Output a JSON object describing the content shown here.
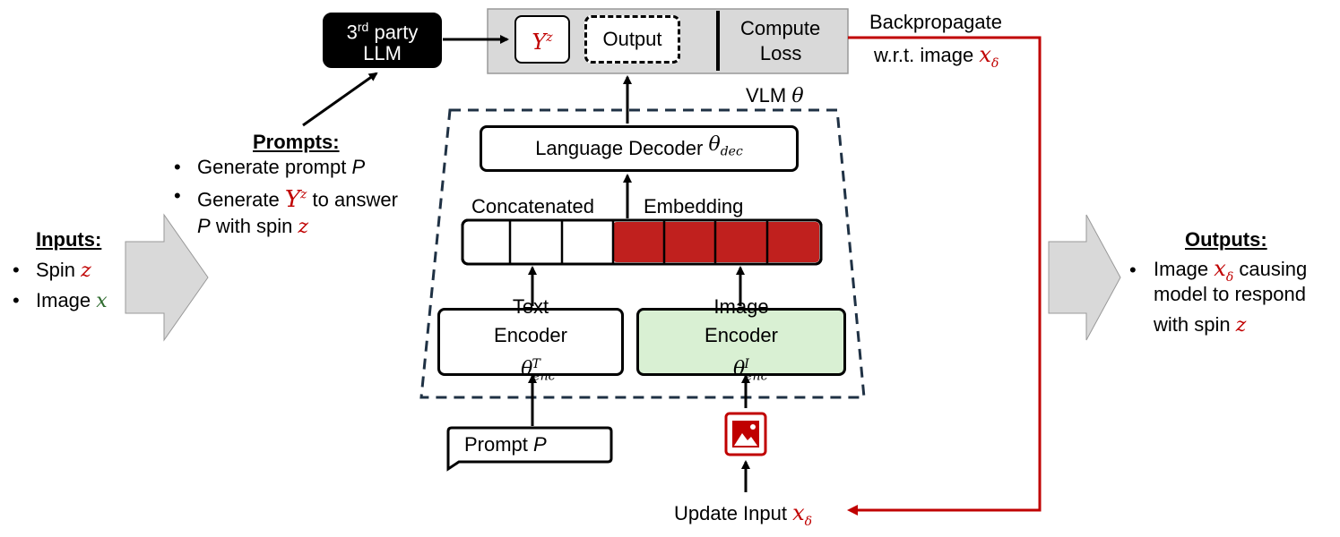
{
  "inputs": {
    "heading": "Inputs:",
    "items": [
      {
        "text": "Spin",
        "var": "z"
      },
      {
        "text": "Image",
        "var": "x"
      }
    ]
  },
  "prompts": {
    "heading": "Prompts:",
    "line1_text": "Generate prompt",
    "line1_var": "P",
    "line2_pre": "Generate",
    "line2_var": "Y",
    "line2_sup": "z",
    "line2_post": "to answer",
    "line3_var": "P",
    "line3_text": "with spin",
    "line3_spin": "z"
  },
  "llm": {
    "pre": "3",
    "sup": "rd",
    "line1_post": "party",
    "line2": "LLM"
  },
  "loss_bar": {
    "y_var": "Y",
    "y_sup": "z",
    "output_label": "Output",
    "compute_line1": "Compute",
    "compute_line2": "Loss"
  },
  "backprop": {
    "line1": "Backpropagate",
    "line2_text": "w.r.t. image",
    "line2_var": "x",
    "line2_sub": "δ"
  },
  "vlm": {
    "label": "VLM",
    "theta": "θ",
    "decoder_text": "Language Decoder",
    "decoder_var": "θ",
    "decoder_sub": "dec",
    "concat_left": "Concatenated",
    "concat_right": "Embedding",
    "text_encoder_line1": "Text",
    "text_encoder_line2": "Encoder",
    "text_encoder_var": "θ",
    "text_encoder_sub": "enc",
    "text_encoder_sup": "T",
    "image_encoder_line1": "Image",
    "image_encoder_line2": "Encoder",
    "image_encoder_var": "θ",
    "image_encoder_sub": "enc",
    "image_encoder_sup": "I"
  },
  "prompt_bubble": {
    "text": "Prompt",
    "var": "P"
  },
  "update": {
    "text": "Update Input",
    "var": "x",
    "sub": "δ"
  },
  "outputs": {
    "heading": "Outputs:",
    "line1_text": "Image",
    "line1_var": "x",
    "line1_sub": "δ",
    "line1_post": "causing",
    "line2": "model to respond",
    "line3_text": "with spin",
    "line3_var": "z"
  },
  "colors": {
    "red": "#c00000",
    "embedding_red": "#c0201e",
    "image_encoder_fill": "#d9f0d3",
    "loss_bar_fill": "#d9d9d9",
    "arrow_fill": "#d9d9d9",
    "vlm_border": "#1f3144"
  }
}
